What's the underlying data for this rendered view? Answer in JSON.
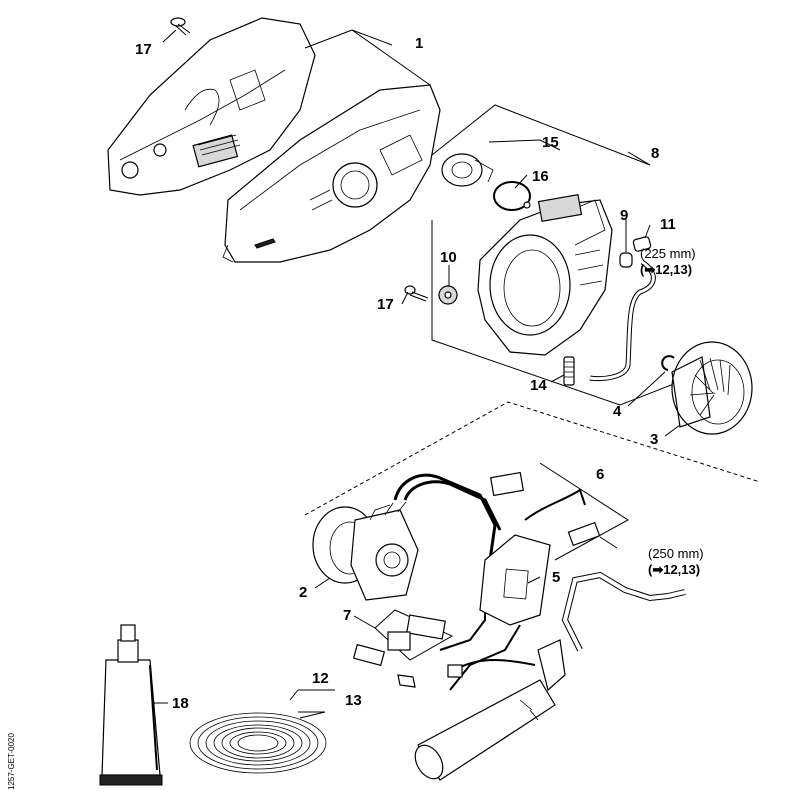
{
  "callouts": {
    "p1": "1",
    "p2": "2",
    "p3": "3",
    "p4": "4",
    "p5": "5",
    "p6": "6",
    "p7": "7",
    "p8": "8",
    "p9": "9",
    "p10": "10",
    "p11": "11",
    "p12": "12",
    "p13": "13",
    "p14": "14",
    "p15": "15",
    "p16": "16",
    "p17a": "17",
    "p17b": "17",
    "p18": "18"
  },
  "notes": {
    "upper_length": "(225 mm)",
    "upper_ref": "(➡12,13)",
    "lower_length": "(250 mm)",
    "lower_ref": "(➡12,13)"
  },
  "side_code": "1257-GET-0020"
}
